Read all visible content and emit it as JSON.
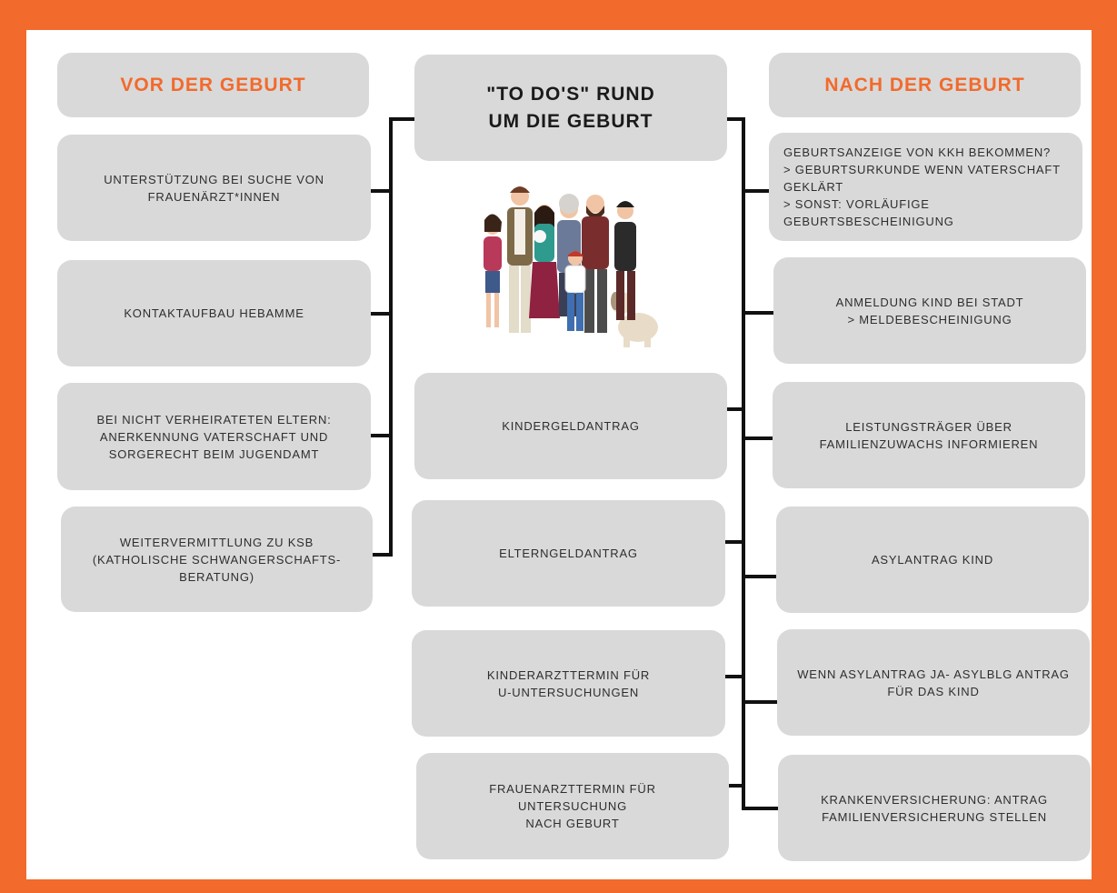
{
  "center": {
    "title": "\"TO DO'S\" RUND\nUM DIE GEBURT",
    "items": [
      "KINDERGELDANTRAG",
      "ELTERNGELDANTRAG",
      "KINDERARZTTERMIN FÜR\nU-UNTERSUCHUNGEN",
      "FRAUENARZTTERMIN FÜR UNTERSUCHUNG\nNACH GEBURT"
    ],
    "illustration": "family-illustration"
  },
  "left": {
    "header": "VOR DER GEBURT",
    "items": [
      "UNTERSTÜTZUNG BEI SUCHE VON\nFRAUENÄRZT*INNEN",
      "KONTAKTAUFBAU HEBAMME",
      "BEI NICHT VERHEIRATETEN ELTERN:\nANERKENNUNG VATERSCHAFT UND\nSORGERECHT BEIM JUGENDAMT",
      "WEITERVERMITTLUNG ZU KSB\n(KATHOLISCHE SCHWANGERSCHAFTS-\nBERATUNG)"
    ]
  },
  "right": {
    "header": "NACH DER GEBURT",
    "items": [
      "GEBURTSANZEIGE VON KKH BEKOMMEN?\n> GEBURTSURKUNDE WENN VATERSCHAFT\nGEKLÄRT\n> SONST: VORLÄUFIGE\nGEBURTSBESCHEINIGUNG",
      "ANMELDUNG KIND BEI STADT\n> MELDEBESCHEINIGUNG",
      "LEISTUNGSTRÄGER ÜBER\nFAMILIENZUWACHS INFORMIEREN",
      "ASYLANTRAG KIND",
      "WENN ASYLANTRAG JA- ASYLBLG ANTRAG\nFÜR DAS KIND",
      "KRANKENVERSICHERUNG: ANTRAG\nFAMILIENVERSICHERUNG STELLEN"
    ]
  },
  "colors": {
    "accent": "#f26a2c",
    "box": "#d9d9d9",
    "connector": "#111111"
  }
}
